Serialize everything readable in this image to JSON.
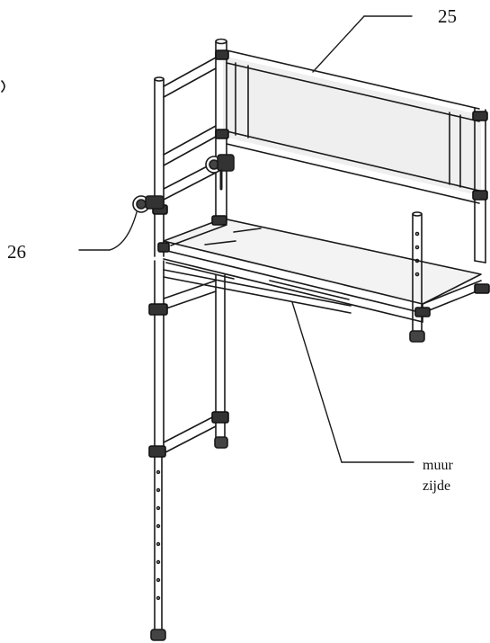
{
  "callouts": {
    "part_25": "25",
    "part_26": "26",
    "wall_side_line1": "muur",
    "wall_side_line2": "zijde"
  },
  "colors": {
    "stroke": "#1a1a1a",
    "panel": "#e9e9e9",
    "background": "#ffffff"
  }
}
